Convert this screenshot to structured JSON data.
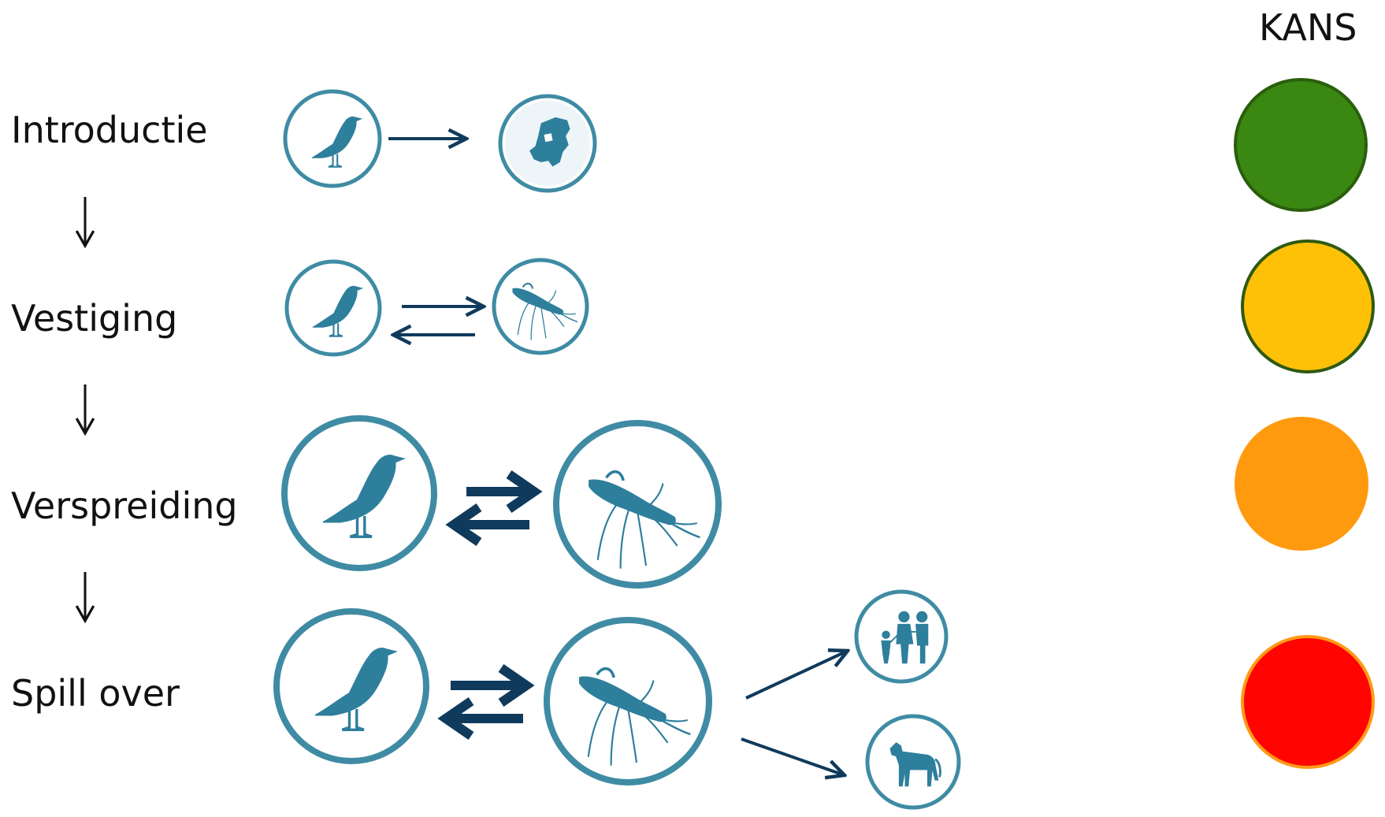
{
  "header": {
    "kans_label": "KANS"
  },
  "stages": [
    {
      "label": "Introductie",
      "probability_color": "#3a8712",
      "ring_color": "#2a5e0c"
    },
    {
      "label": "Vestiging",
      "probability_color": "#ffc107",
      "ring_color": "#2e5a10"
    },
    {
      "label": "Verspreiding",
      "probability_color": "#ff9a0e",
      "ring_color": "#ff9a0e"
    },
    {
      "label": "Spill over",
      "probability_color": "#ff0400",
      "ring_color": "#ff9a16"
    }
  ],
  "icons": {
    "bird": "bird-icon",
    "netherlands_map": "netherlands-map-icon",
    "mosquito": "mosquito-icon",
    "humans": "family-icon",
    "horse": "horse-icon"
  },
  "colors": {
    "icon_teal": "#2e7f9c",
    "ring_teal": "#3f8ba4",
    "arrow_navy": "#0f3a5c"
  }
}
